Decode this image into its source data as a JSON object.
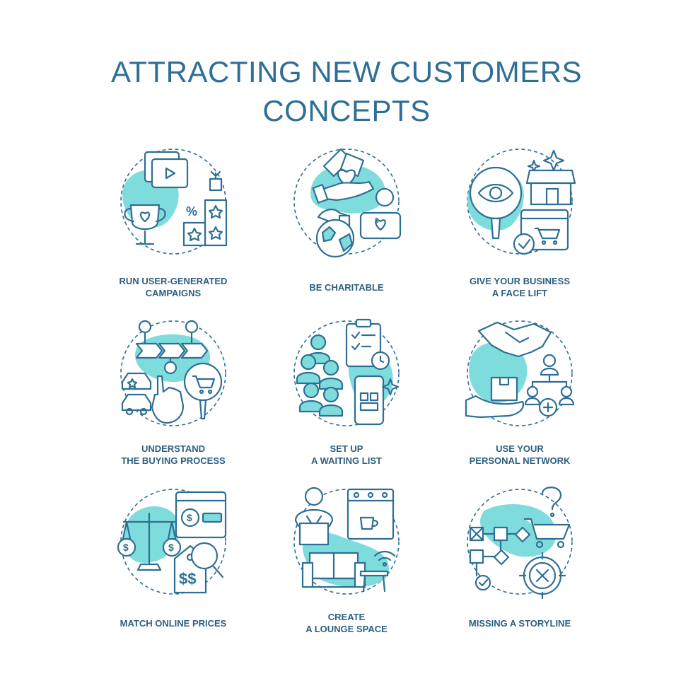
{
  "title": {
    "line1": "ATTRACTING NEW CUSTOMERS",
    "line2": "CONCEPTS"
  },
  "colors": {
    "primary": "#2f6f95",
    "accent": "#7fdcdc",
    "background": "#ffffff"
  },
  "concepts": [
    {
      "icon": "user-generated-campaigns-icon",
      "label_line1": "RUN USER-GENERATED",
      "label_line2": "CAMPAIGNS"
    },
    {
      "icon": "charity-icon",
      "label_line1": "BE CHARITABLE",
      "label_line2": ""
    },
    {
      "icon": "business-face-lift-icon",
      "label_line1": "GIVE YOUR BUSINESS",
      "label_line2": "A FACE LIFT"
    },
    {
      "icon": "buying-process-icon",
      "label_line1": "UNDERSTAND",
      "label_line2": "THE BUYING PROCESS"
    },
    {
      "icon": "waiting-list-icon",
      "label_line1": "SET UP",
      "label_line2": "A WAITING LIST"
    },
    {
      "icon": "personal-network-icon",
      "label_line1": "USE YOUR",
      "label_line2": "PERSONAL NETWORK"
    },
    {
      "icon": "online-prices-icon",
      "label_line1": "MATCH ONLINE PRICES",
      "label_line2": ""
    },
    {
      "icon": "lounge-space-icon",
      "label_line1": "CREATE",
      "label_line2": "A LOUNGE SPACE"
    },
    {
      "icon": "storyline-icon",
      "label_line1": "MISSING A STORYLINE",
      "label_line2": ""
    }
  ]
}
